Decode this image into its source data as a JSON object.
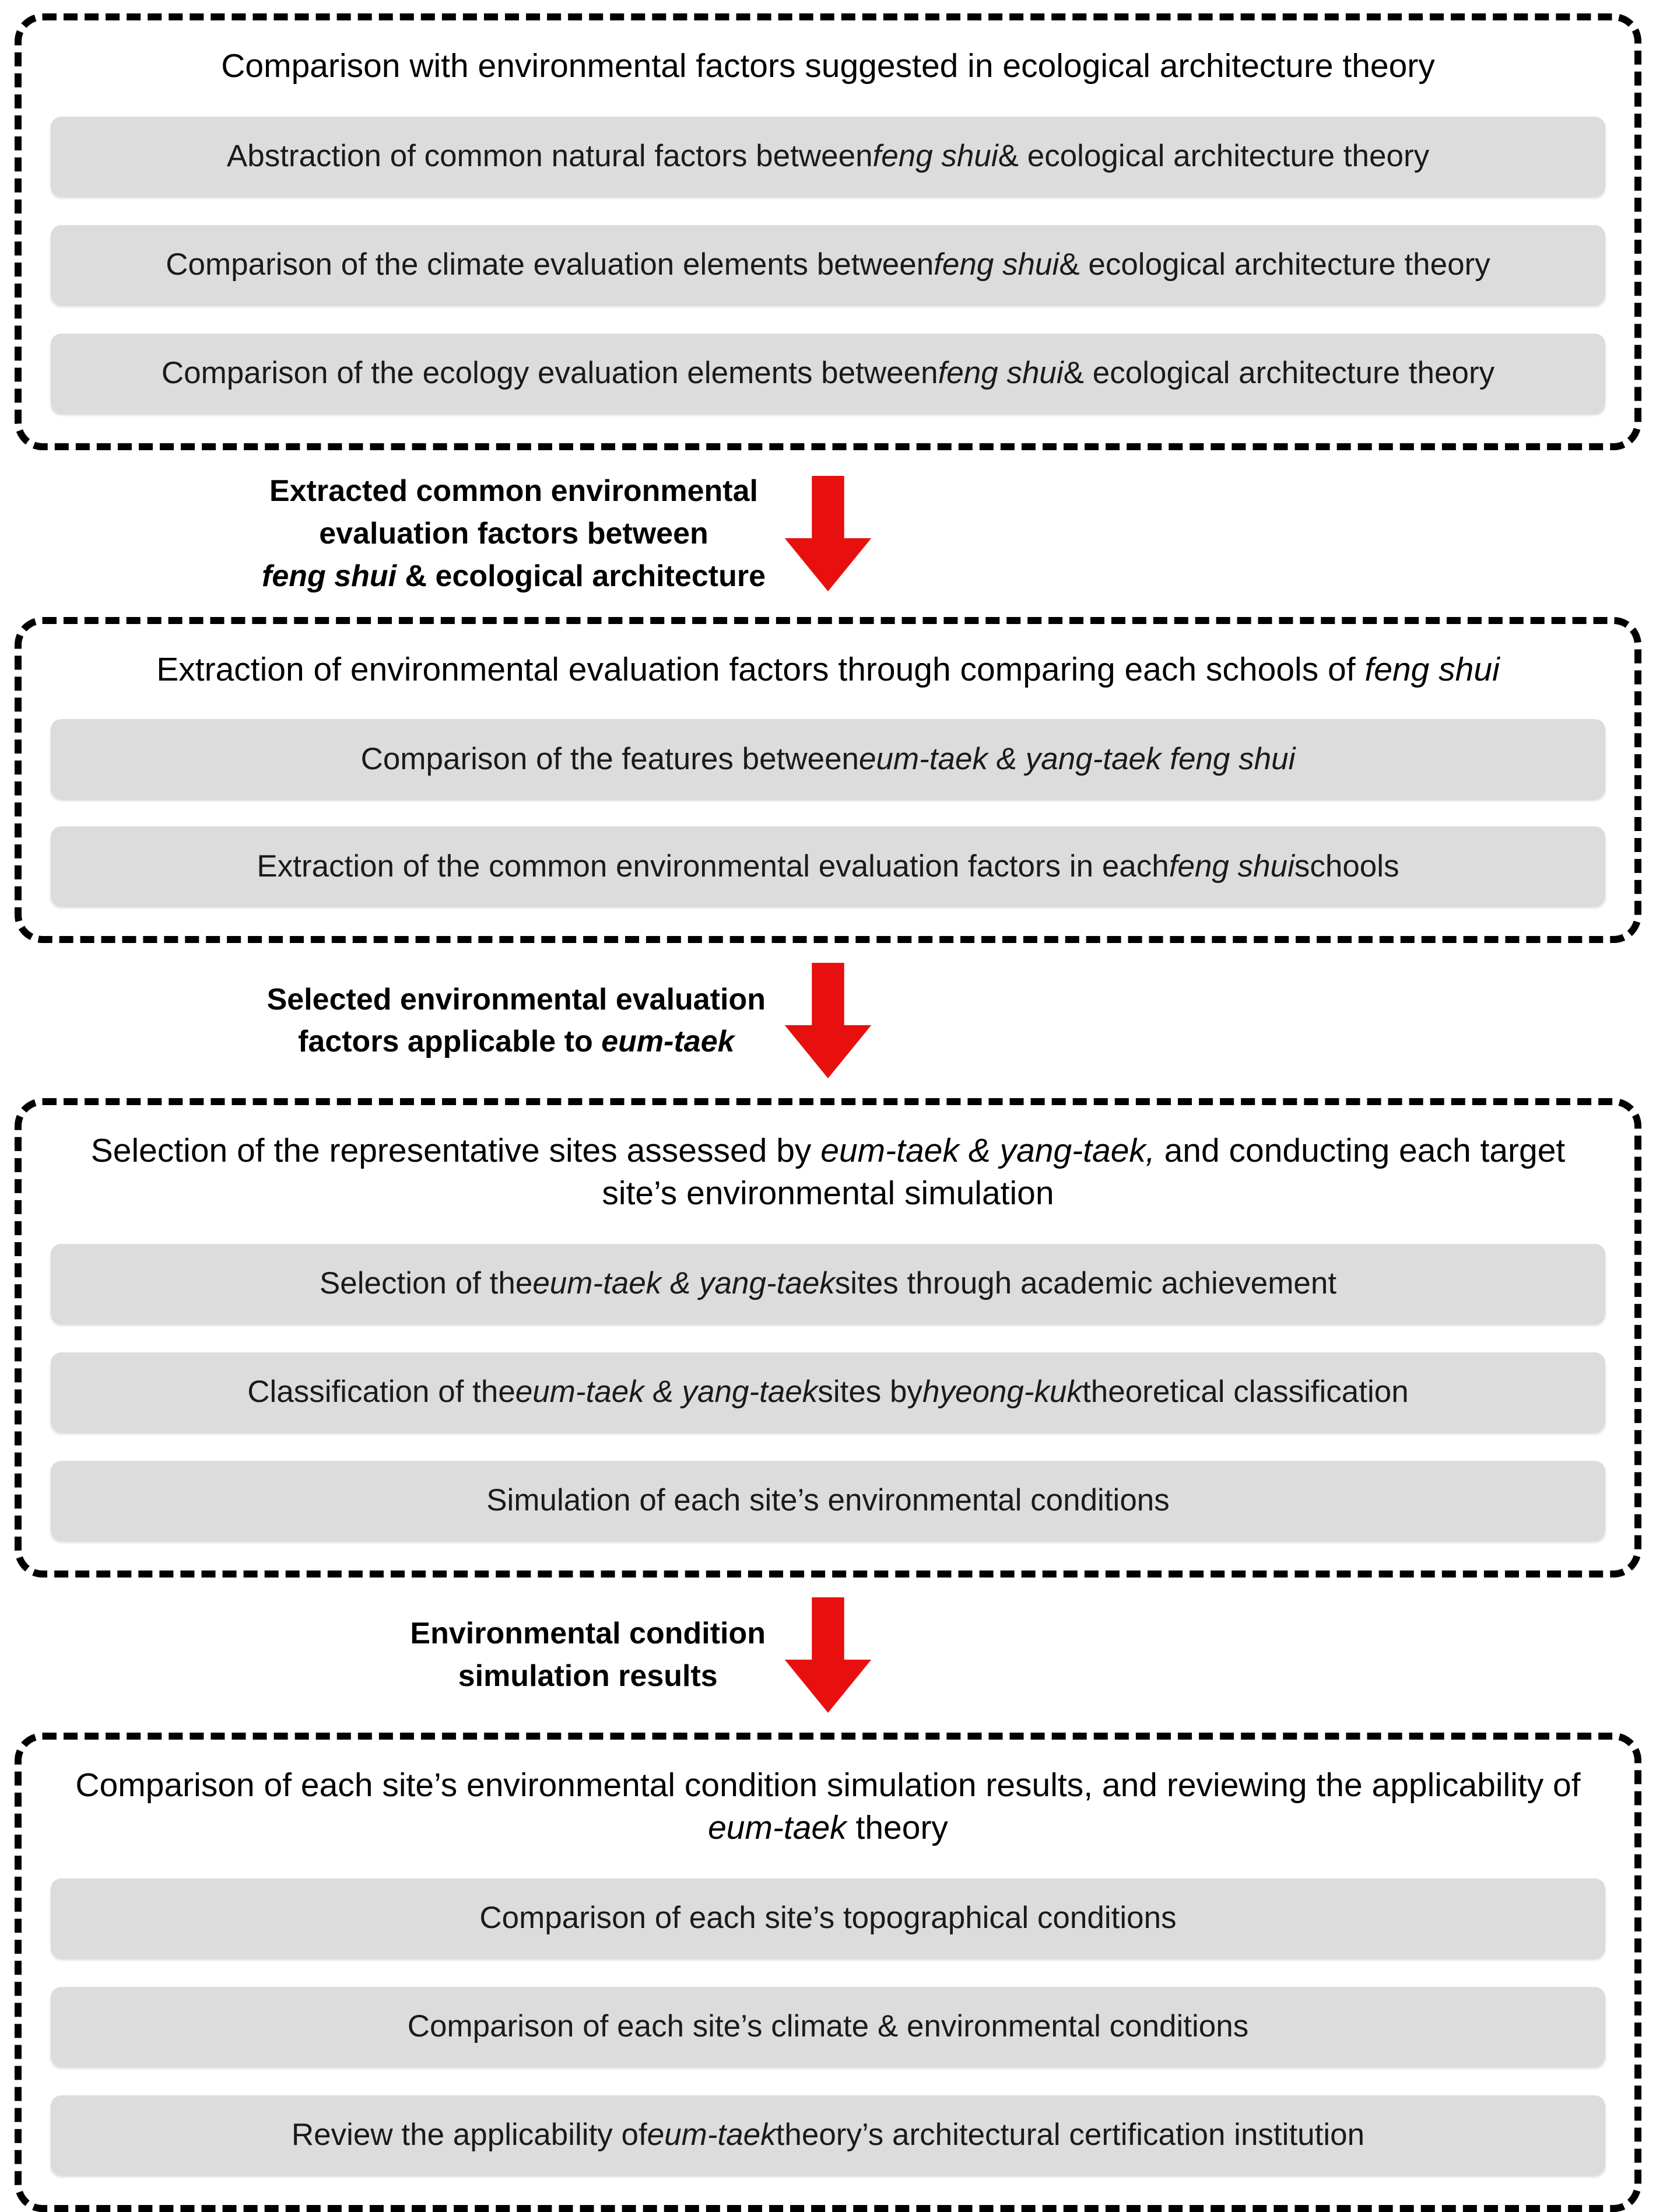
{
  "colors": {
    "arrow_red": "#e8100e",
    "step_bg": "#dcdcdc",
    "border_black": "#000000"
  },
  "sections": [
    {
      "title": {
        "segments": [
          {
            "t": "Comparison with environmental factors suggested in ecological architecture theory"
          }
        ]
      },
      "bars": [
        {
          "segments": [
            {
              "t": "Abstraction of common natural factors between "
            },
            {
              "t": "feng shui",
              "i": true
            },
            {
              "t": " & ecological architecture theory"
            }
          ]
        },
        {
          "segments": [
            {
              "t": "Comparison of the climate evaluation elements between "
            },
            {
              "t": "feng shui",
              "i": true
            },
            {
              "t": " & ecological architecture theory"
            }
          ]
        },
        {
          "segments": [
            {
              "t": "Comparison of the ecology evaluation elements between "
            },
            {
              "t": "feng shui",
              "i": true
            },
            {
              "t": " & ecological architecture theory"
            }
          ]
        }
      ]
    },
    {
      "title": {
        "segments": [
          {
            "t": "Extraction of environmental evaluation factors through comparing each schools of "
          },
          {
            "t": "feng shui",
            "i": true
          }
        ]
      },
      "bars": [
        {
          "segments": [
            {
              "t": "Comparison of the features between "
            },
            {
              "t": "eum-taek & yang-taek feng shui",
              "i": true
            }
          ]
        },
        {
          "segments": [
            {
              "t": "Extraction of the common environmental evaluation factors in each "
            },
            {
              "t": "feng shui",
              "i": true
            },
            {
              "t": " schools"
            }
          ]
        }
      ]
    },
    {
      "title": {
        "segments": [
          {
            "t": "Selection of the representative sites assessed by "
          },
          {
            "t": "eum-taek & yang-taek,",
            "i": true
          },
          {
            "t": " and conducting each target site’s environmental simulation"
          }
        ]
      },
      "bars": [
        {
          "segments": [
            {
              "t": "Selection of the "
            },
            {
              "t": "eum-taek & yang-taek",
              "i": true
            },
            {
              "t": " sites through academic achievement"
            }
          ]
        },
        {
          "segments": [
            {
              "t": "Classification of the "
            },
            {
              "t": "eum-taek & yang-taek",
              "i": true
            },
            {
              "t": " sites by "
            },
            {
              "t": "hyeong-kuk",
              "i": true
            },
            {
              "t": " theoretical classification"
            }
          ]
        },
        {
          "segments": [
            {
              "t": "Simulation of each site’s environmental conditions"
            }
          ]
        }
      ]
    },
    {
      "title": {
        "segments": [
          {
            "t": "Comparison of each site’s environmental condition simulation results, and reviewing the applicability of "
          },
          {
            "t": "eum-taek",
            "i": true
          },
          {
            "t": " theory"
          }
        ]
      },
      "bars": [
        {
          "segments": [
            {
              "t": "Comparison of each site’s topographical conditions"
            }
          ]
        },
        {
          "segments": [
            {
              "t": "Comparison of each site’s climate & environmental conditions"
            }
          ]
        },
        {
          "segments": [
            {
              "t": "Review the applicability of "
            },
            {
              "t": "eum-taek",
              "i": true
            },
            {
              "t": " theory’s architectural certification institution"
            }
          ]
        }
      ]
    }
  ],
  "connectors": [
    {
      "label": {
        "segments": [
          {
            "t": "Extracted common environmental\nevaluation factors between\n"
          },
          {
            "t": "feng shui",
            "i": true
          },
          {
            "t": " & ecological architecture"
          }
        ]
      }
    },
    {
      "label": {
        "segments": [
          {
            "t": "Selected environmental evaluation\nfactors applicable to "
          },
          {
            "t": "eum-taek",
            "i": true
          }
        ]
      }
    },
    {
      "label": {
        "segments": [
          {
            "t": "Environmental condition\nsimulation results"
          }
        ]
      }
    }
  ]
}
